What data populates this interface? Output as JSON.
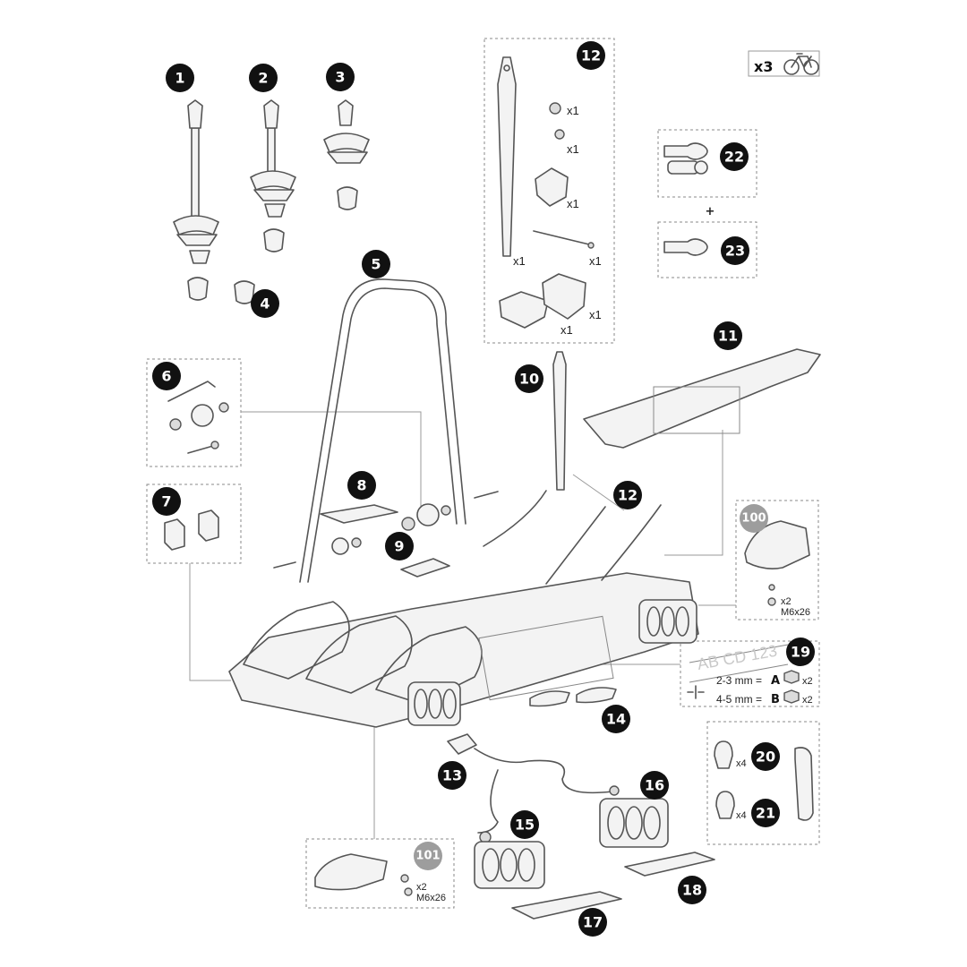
{
  "diagram": {
    "callouts": [
      "1",
      "2",
      "3",
      "4",
      "5",
      "6",
      "7",
      "8",
      "9",
      "10",
      "11",
      "12",
      "12",
      "13",
      "14",
      "15",
      "16",
      "17",
      "18",
      "19",
      "20",
      "21",
      "22",
      "23",
      "100",
      "101"
    ],
    "bike_count": "x3",
    "bike_icon": "bicycle-icon",
    "plus_sign": "+",
    "quantities": {
      "kit12_a": "x1",
      "kit12_b": "x1",
      "kit12_c": "x1",
      "kit12_d": "x1",
      "kit12_e": "x1",
      "kit12_f": "x1",
      "kit12_g": "x1",
      "clip20": "x4",
      "clip21": "x4"
    },
    "kit100": {
      "qty": "x2",
      "screw": "M6x26"
    },
    "kit101": {
      "qty": "x2",
      "screw": "M6x26"
    },
    "plate19": {
      "text": "AB CD 123",
      "row1_range": "2-3 mm =",
      "row1_letter": "A",
      "row1_qty": "x2",
      "row2_range": "4-5 mm =",
      "row2_letter": "B",
      "row2_qty": "x2"
    }
  }
}
